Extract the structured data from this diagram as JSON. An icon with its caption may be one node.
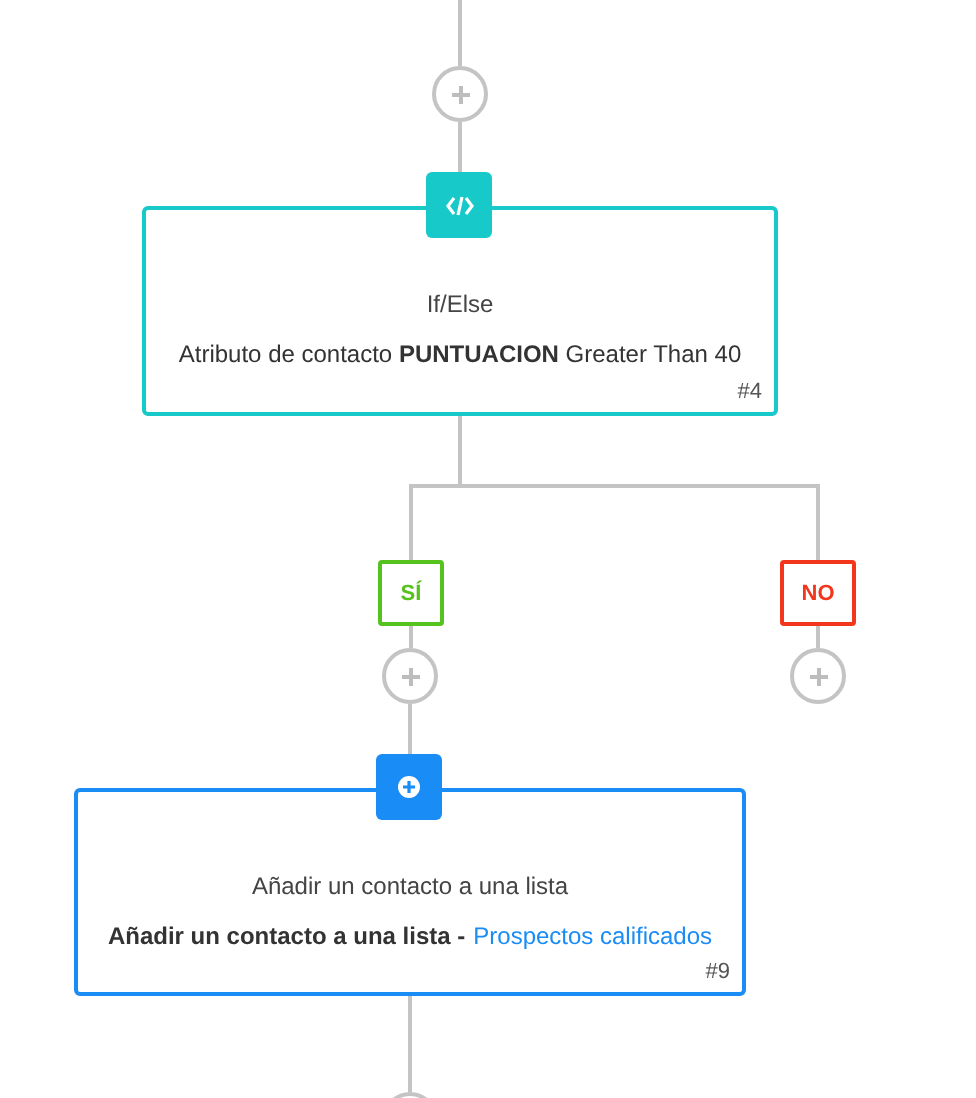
{
  "diagram": {
    "nodes": [
      {
        "text": [],
        "shape": "circle"
      },
      {
        "text": [
          "If/Else",
          "Atributo de contacto **PUNTUACION** Greater Than 40",
          "#4"
        ]
      },
      {
        "text": [
          "SÍ"
        ]
      },
      {
        "text": [
          "NO"
        ]
      },
      {
        "text": [],
        "shape": "circle"
      },
      {
        "text": [],
        "shape": "circle"
      },
      {
        "text": [
          "Añadir un contacto a una lista",
          "Añadir un contacto a una lista -",
          "Prospectos calificados",
          "#9"
        ]
      },
      {
        "text": [],
        "shape": "circle"
      }
    ],
    "edges": [
      {
        "from": null,
        "to": 0,
        "arrow": "none"
      },
      {
        "from": 0,
        "to": 1,
        "arrow": "none"
      },
      {
        "from": 1,
        "to": 2,
        "arrow": "none"
      },
      {
        "from": 1,
        "to": 3,
        "arrow": "none"
      },
      {
        "from": 2,
        "to": 4,
        "arrow": "none"
      },
      {
        "from": 3,
        "to": 5,
        "arrow": "none"
      },
      {
        "from": 4,
        "to": 6,
        "arrow": "none"
      },
      {
        "from": 6,
        "to": 7,
        "arrow": "none"
      }
    ]
  }
}
